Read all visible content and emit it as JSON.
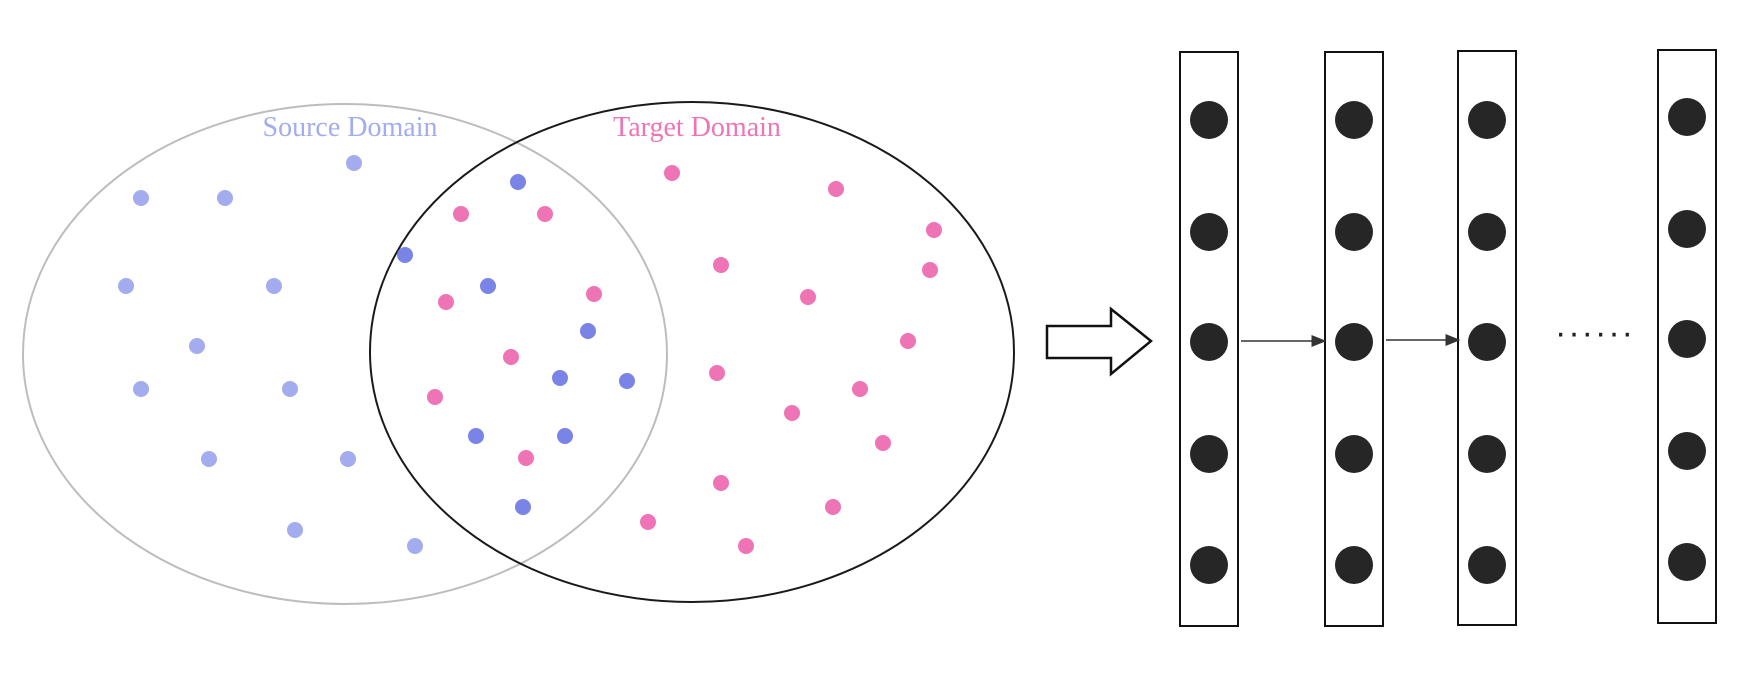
{
  "source_domain": {
    "label": "Source Domain",
    "color": "#a3acee",
    "outline_color": "#bdbdbd"
  },
  "target_domain": {
    "label": "Target Domain",
    "color": "#ef74b5",
    "outline_color": "#1a1a1a"
  },
  "shared_point_color": "#7a84e6",
  "network": {
    "layer_count": 4,
    "nodes_per_layer": 5,
    "node_color": "#262626",
    "continuation": "······"
  }
}
